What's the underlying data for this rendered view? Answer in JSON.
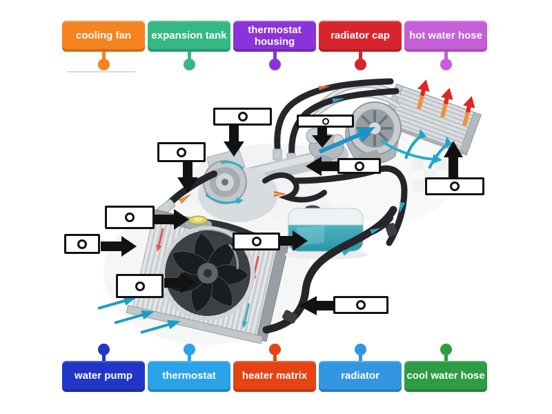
{
  "top_labels": [
    {
      "label": "cooling fan",
      "color": "#f5831f"
    },
    {
      "label": "expansion tank",
      "color": "#35b883"
    },
    {
      "label": "thermostat housing",
      "color": "#8a33db"
    },
    {
      "label": "radiator cap",
      "color": "#d8252d"
    },
    {
      "label": "hot water hose",
      "color": "#c55fd8"
    }
  ],
  "bottom_labels": [
    {
      "label": "water pump",
      "color": "#2136c6"
    },
    {
      "label": "thermostat",
      "color": "#2aa2e8"
    },
    {
      "label": "heater matrix",
      "color": "#e64312"
    },
    {
      "label": "radiator",
      "color": "#3396e3"
    },
    {
      "label": "cool water hose",
      "color": "#2d9c44"
    }
  ]
}
